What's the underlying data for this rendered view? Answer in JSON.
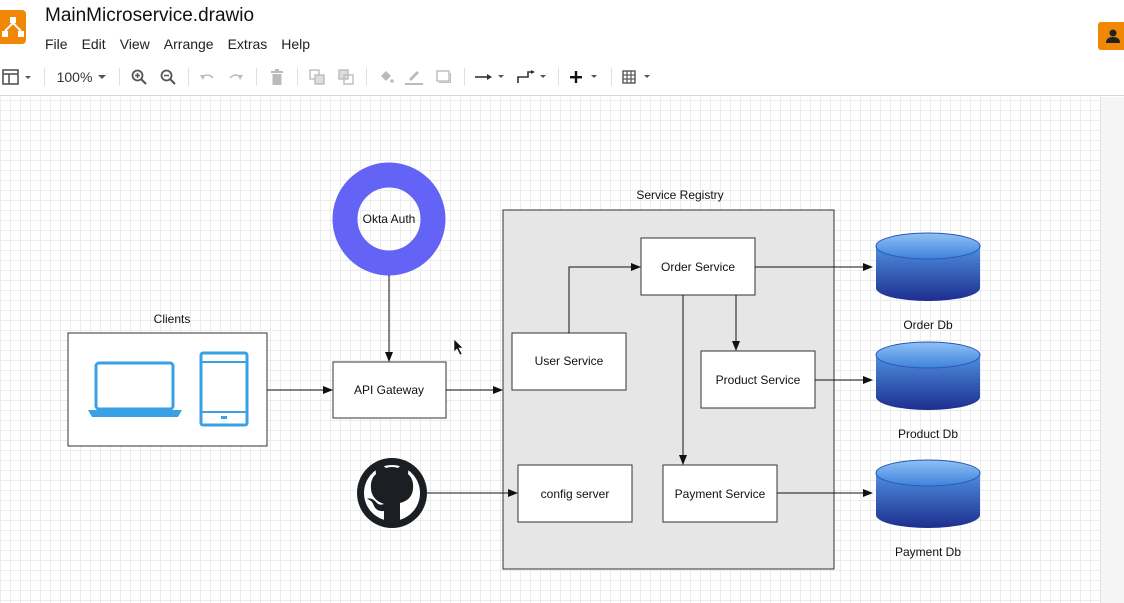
{
  "window": {
    "file_title": "MainMicroservice.drawio"
  },
  "menu": [
    "File",
    "Edit",
    "View",
    "Arrange",
    "Extras",
    "Help"
  ],
  "toolbar": {
    "zoom": "100%",
    "icons": [
      "format-panel-icon",
      "zoom-in-icon",
      "zoom-out-icon",
      "undo-icon",
      "redo-icon",
      "delete-icon",
      "to-front-icon",
      "to-back-icon",
      "fill-color-icon",
      "line-color-icon",
      "shadow-icon",
      "connection-icon",
      "waypoints-icon",
      "insert-icon",
      "table-icon"
    ]
  },
  "colors": {
    "accent": "#f08705",
    "okta": "#6363f6",
    "github": "#1b1f24",
    "db_top": "#4f8fe0",
    "db_bottom": "#1d2e8f",
    "registry_fill": "#e6e6e6"
  },
  "diagram": {
    "clients": {
      "label": "Clients"
    },
    "okta": {
      "label": "Okta Auth"
    },
    "api_gateway": {
      "label": "API Gateway"
    },
    "registry": {
      "label": "Service Registry"
    },
    "order_service": {
      "label": "Order Service"
    },
    "user_service": {
      "label": "User Service"
    },
    "product_service": {
      "label": "Product Service"
    },
    "config_server": {
      "label": "config server"
    },
    "payment_service": {
      "label": "Payment Service"
    },
    "order_db": {
      "label": "Order Db"
    },
    "product_db": {
      "label": "Product Db"
    },
    "payment_db": {
      "label": "Payment Db"
    }
  }
}
